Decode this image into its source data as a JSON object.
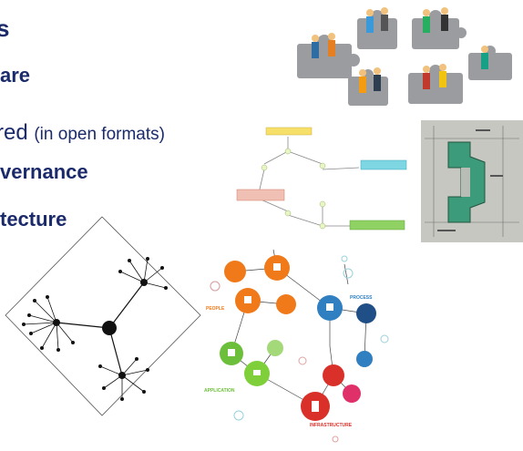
{
  "bullets": {
    "line1": "s",
    "line2": "are",
    "line3_main": "red",
    "line3_note": "(in open formats)",
    "line4": "vernance",
    "line5": "tecture"
  },
  "diagram": {
    "people": "PEOPLE",
    "process": "PROCESS",
    "application": "APPLICATION",
    "infrastructure": "INFRASTRUCTURE"
  },
  "colors": {
    "text": "#1b2a6b",
    "orange": "#f07a1a",
    "blue": "#2f7fc1",
    "green": "#6cbf3a",
    "red": "#d9302a"
  }
}
